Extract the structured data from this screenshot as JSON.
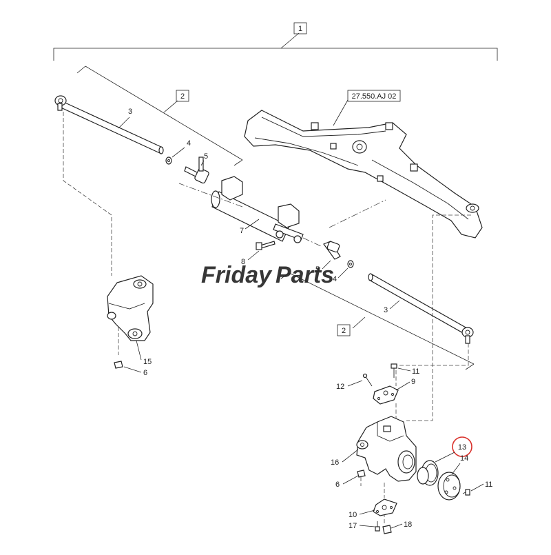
{
  "diagram": {
    "assembly_ref": "27.550.AJ 02",
    "watermark": {
      "text_a": "Friday",
      "text_b": "Parts",
      "color_a": "#3e6fb5",
      "color_b": "#e8a21e"
    },
    "highlight_color": "#d9302a",
    "callouts": {
      "c1": "1",
      "c2a": "2",
      "c2b": "2",
      "c3a": "3",
      "c3b": "3",
      "c4a": "4",
      "c4b": "4",
      "c5a": "5",
      "c5b": "5",
      "c6a": "6",
      "c6b": "6",
      "c7": "7",
      "c8": "8",
      "c9": "9",
      "c10": "10",
      "c11a": "11",
      "c11b": "11",
      "c12": "12",
      "c13": "13",
      "c14": "14",
      "c15": "15",
      "c16": "16",
      "c17": "17",
      "c18": "18"
    }
  }
}
